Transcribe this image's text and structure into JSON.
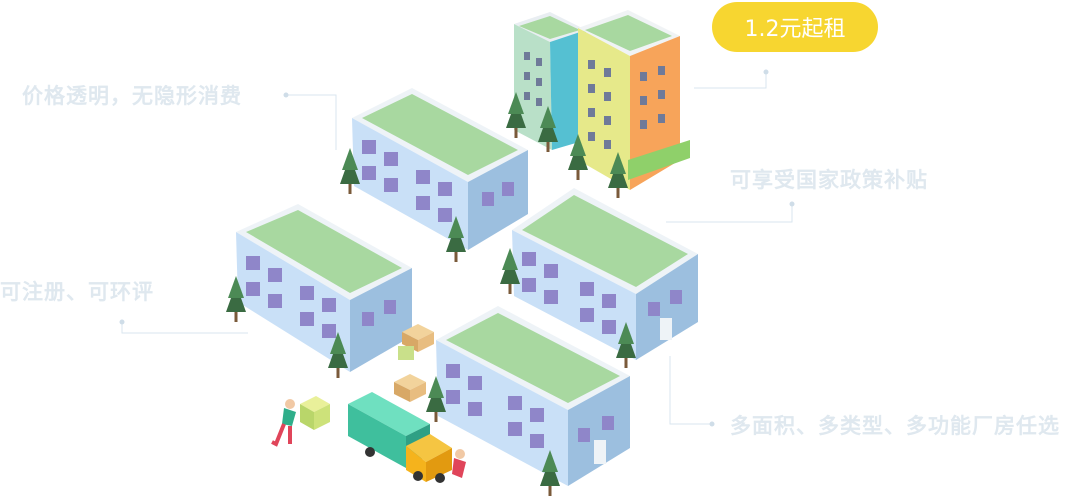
{
  "price_badge": {
    "label": "1.2元起租",
    "color": "#f7d630"
  },
  "features": {
    "transparent_price": "价格透明，无隐形消费",
    "subsidy": "可享受国家政策补贴",
    "register": "可注册、可环评",
    "multi_type": "多面积、多类型、多功能厂房任选"
  },
  "colors": {
    "feature_text": "#dfe8ef",
    "building_wall": "#c9e0f7",
    "building_roof": "#a8d8a0",
    "window": "#8f86c9",
    "truck_cargo": "#3fbf9d",
    "truck_cab": "#f5b31c"
  },
  "icons": [
    "factory-building-icon",
    "highrise-building-icon",
    "tree-icon",
    "cardboard-box-icon",
    "delivery-truck-icon",
    "worker-icon"
  ]
}
